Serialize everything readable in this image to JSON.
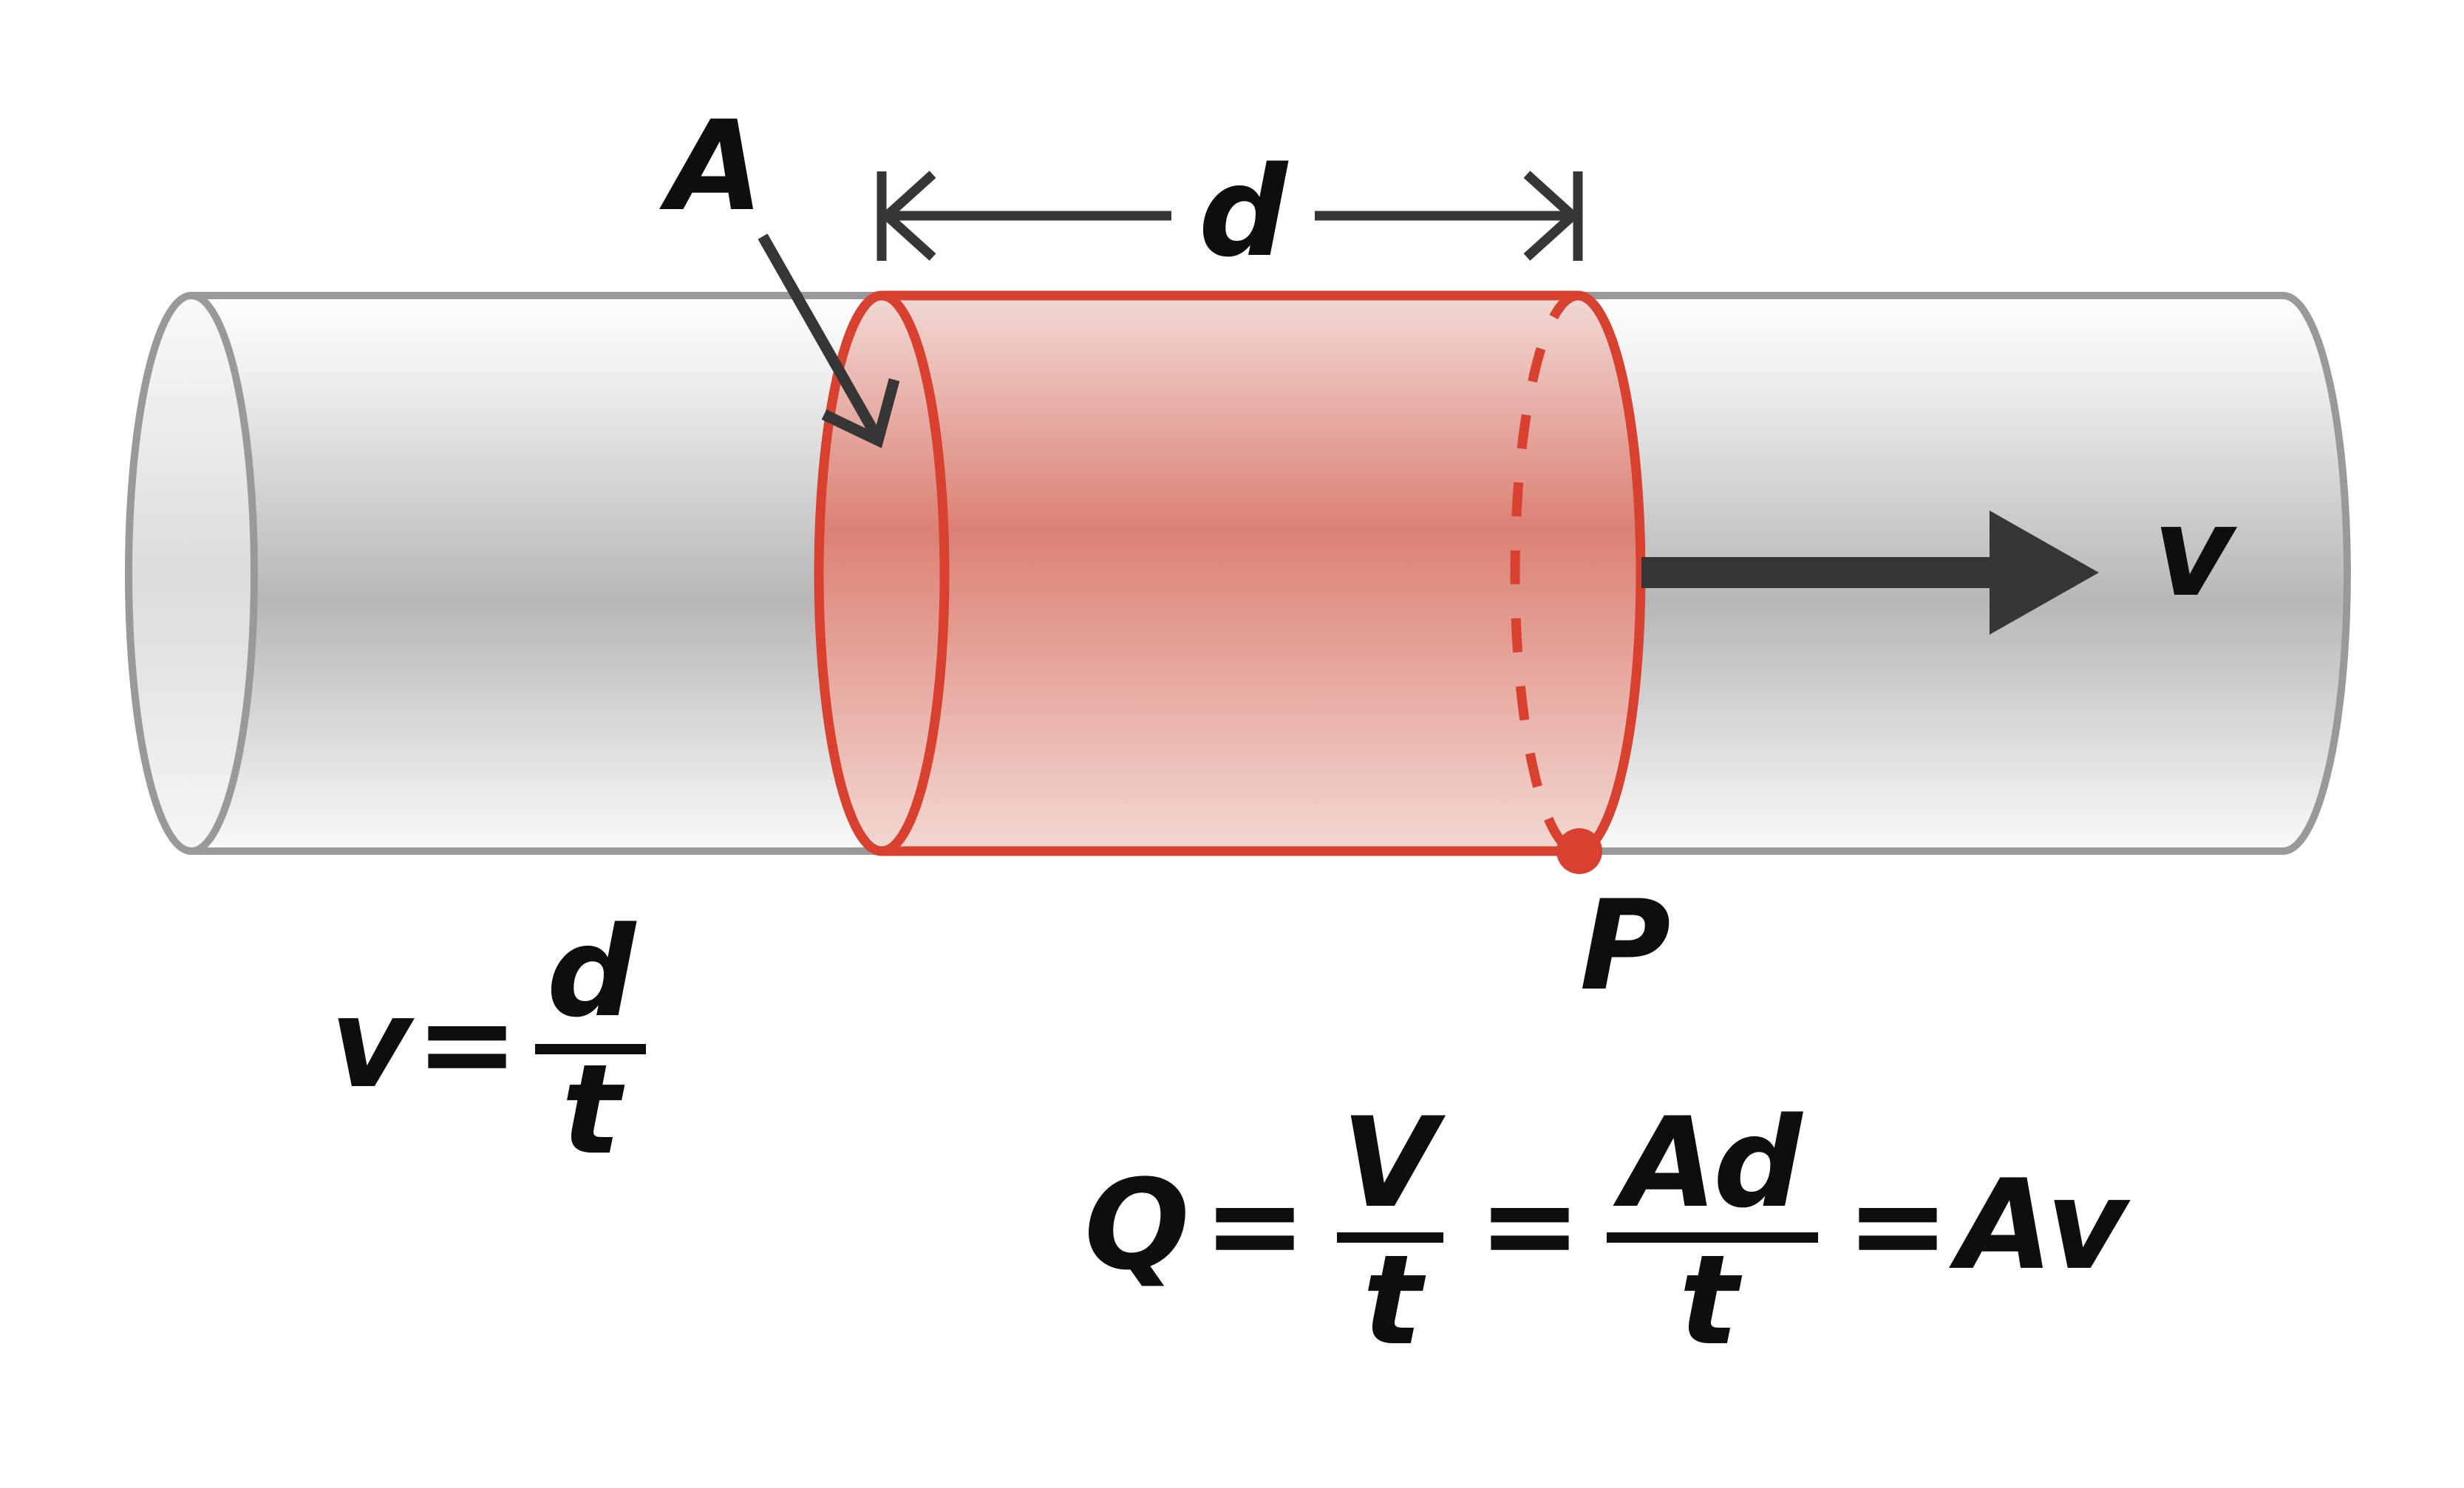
{
  "colors": {
    "red": "#d8402f",
    "red_fill_mid": "#dc8174",
    "red_fill_light": "#f2d9d5",
    "gray_stroke": "#999999",
    "gray_fill_mid": "#b7b7b7",
    "arrow": "#363636",
    "text": "#0e0e0e",
    "background": "#ffffff"
  },
  "diagram": {
    "area_label": "A",
    "distance_label": "d",
    "velocity_label": "v",
    "point_label": "P"
  },
  "formulas": {
    "speed": {
      "lhs": "v",
      "eq": "=",
      "numerator": "d",
      "denominator": "t"
    },
    "flow": {
      "lhs": "Q",
      "eq1": "=",
      "frac1_num": "V",
      "frac1_den": "t",
      "eq2": "=",
      "frac2_num": "Ad",
      "frac2_den": "t",
      "eq3": "=",
      "rhs": "Av"
    }
  }
}
